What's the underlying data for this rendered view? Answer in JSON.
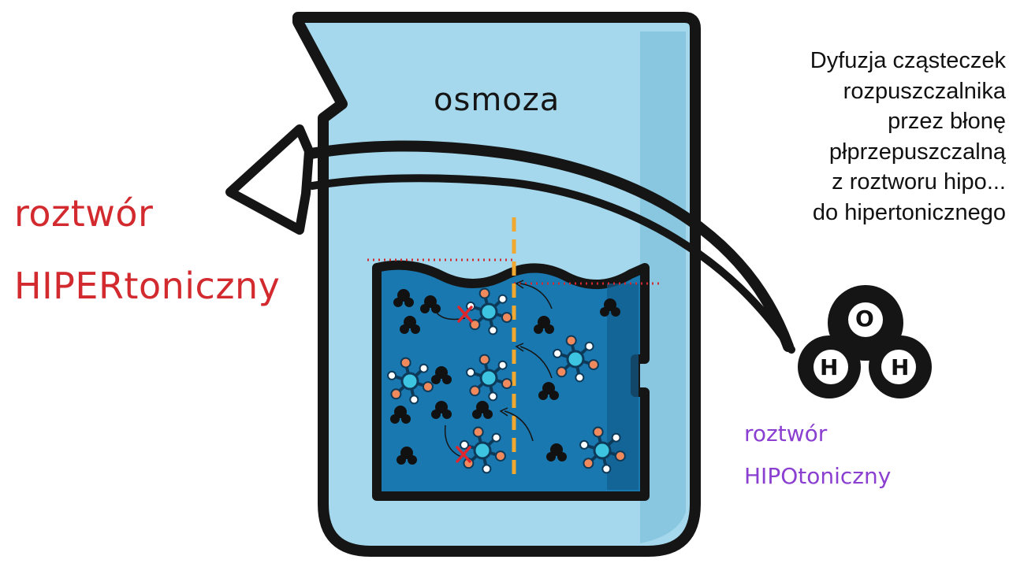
{
  "beaker_label": "osmoza",
  "left_label": {
    "line1": "roztwór",
    "line2": "HIPERtoniczny"
  },
  "right_label": {
    "line1": "roztwór",
    "line2": "HIPOtoniczny"
  },
  "description": [
    "Dyfuzja cząsteczek",
    "rozpuszczalnika",
    "przez błonę",
    "płprzepuszczalną",
    "z roztworu hipo...",
    "do hipertonicznego"
  ],
  "water_molecule": {
    "oxygen": "O",
    "hydrogen_1": "H",
    "hydrogen_2": "H"
  },
  "colors": {
    "hypertonic_label": "#d22a2e",
    "hypotonic_label": "#8a3fd1",
    "beaker_glass": "#a5d8ec",
    "solution": "#1a78b0",
    "membrane": "#f0a830",
    "blocked_marker": "#e0262c"
  }
}
